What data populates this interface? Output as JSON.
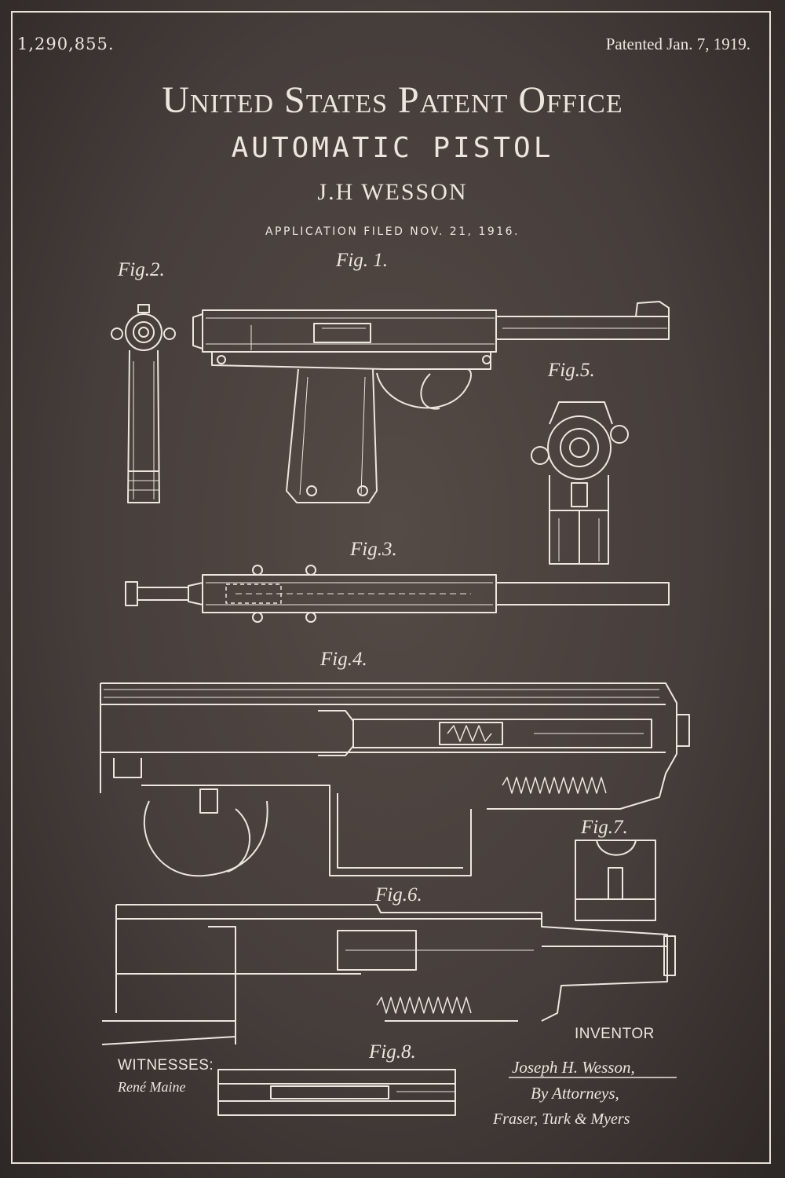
{
  "header": {
    "patent_number": "1,290,855.",
    "patent_date": "Patented Jan. 7, 1919.",
    "office": "United States Patent Office",
    "title": "AUTOMATIC PISTOL",
    "inventor": "J.H WESSON",
    "filed": "APPLICATION FILED NOV. 21, 1916."
  },
  "figures": {
    "fig1": "Fig. 1.",
    "fig2": "Fig.2.",
    "fig3": "Fig.3.",
    "fig4": "Fig.4.",
    "fig5": "Fig.5.",
    "fig6": "Fig.6.",
    "fig7": "Fig.7.",
    "fig8": "Fig.8."
  },
  "footer": {
    "witnesses": "WITNESSES:",
    "witness_signature": "René Maine",
    "inventor_label": "INVENTOR",
    "inventor_signature": "Joseph H. Wesson,",
    "by_attorneys": "By Attorneys,",
    "attorneys_signature": "Fraser, Turk & Myers"
  },
  "colors": {
    "background": "#443c39",
    "ink": "#ece6df"
  }
}
